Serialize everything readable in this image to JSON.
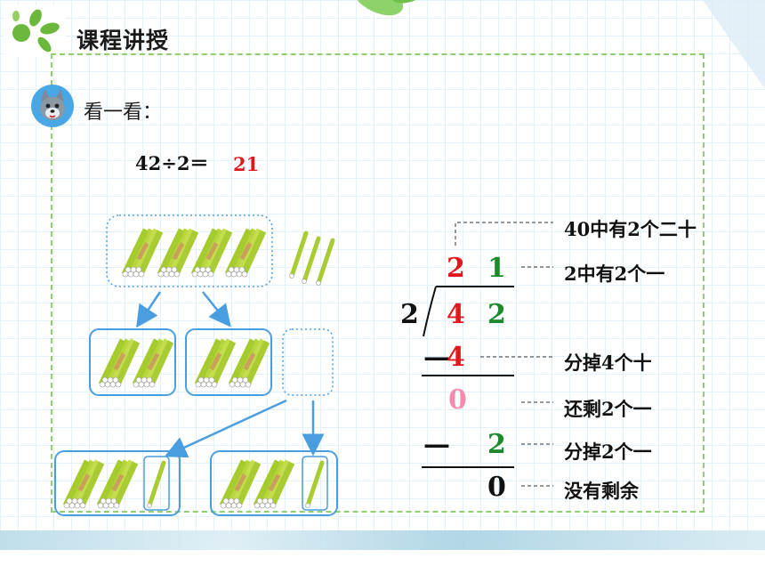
{
  "header": {
    "title": "课程讲授"
  },
  "section": {
    "look_label": "看一看："
  },
  "equation": {
    "text": "42÷2＝",
    "answer": "21"
  },
  "division": {
    "divisor": "2",
    "quotient_tens": "2",
    "quotient_ones": "1",
    "dividend_tens": "4",
    "dividend_ones": "2",
    "step1_minus": "—",
    "step1_value": "4",
    "remainder1": "0",
    "step2_minus": "—",
    "step2_value": "2",
    "final_remainder": "0"
  },
  "notes": [
    "40中有2个二十",
    "2中有2个一",
    "分掉4个十",
    "还剩2个一",
    "分掉2个一",
    "没有剩余"
  ],
  "colors": {
    "quotient_tens": "#e0191e",
    "quotient_ones": "#1c8a2b",
    "step_tens": "#e0191e",
    "remainder": "#f58cae",
    "step_ones": "#1c8a2b",
    "frame": "#8fcf6e",
    "box_border": "#4a9ee0"
  },
  "icons": [
    "leaf-logo-icon",
    "wolf-mascot-icon",
    "stick-bundle-icon",
    "single-stick-icon"
  ]
}
